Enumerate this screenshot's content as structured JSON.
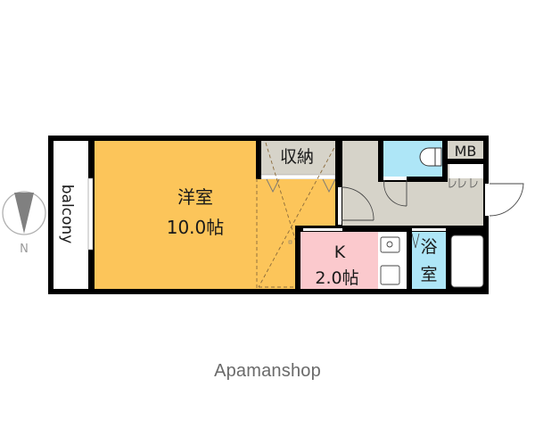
{
  "colors": {
    "wall": "#000000",
    "western_room": "#fcc55a",
    "storage": "#d6d3c9",
    "hallway": "#d6d3c9",
    "toilet": "#aee6f7",
    "kitchen": "#fbc9cd",
    "bath": "#aee6f7",
    "compass_fill": "#808080",
    "compass_ring": "#b0b0b0",
    "brand_text": "#6a6a6a"
  },
  "compass": {
    "label": "N"
  },
  "balcony": {
    "label": "balcony"
  },
  "rooms": {
    "western_room": {
      "name": "洋室",
      "size": "10.0帖"
    },
    "storage": {
      "name": "収納"
    },
    "kitchen": {
      "name": "K",
      "size": "2.0帖"
    },
    "bath": {
      "name_line1": "浴",
      "name_line2": "室"
    },
    "meter_box": {
      "name": "MB"
    }
  },
  "brand": {
    "name": "Apamanshop"
  }
}
